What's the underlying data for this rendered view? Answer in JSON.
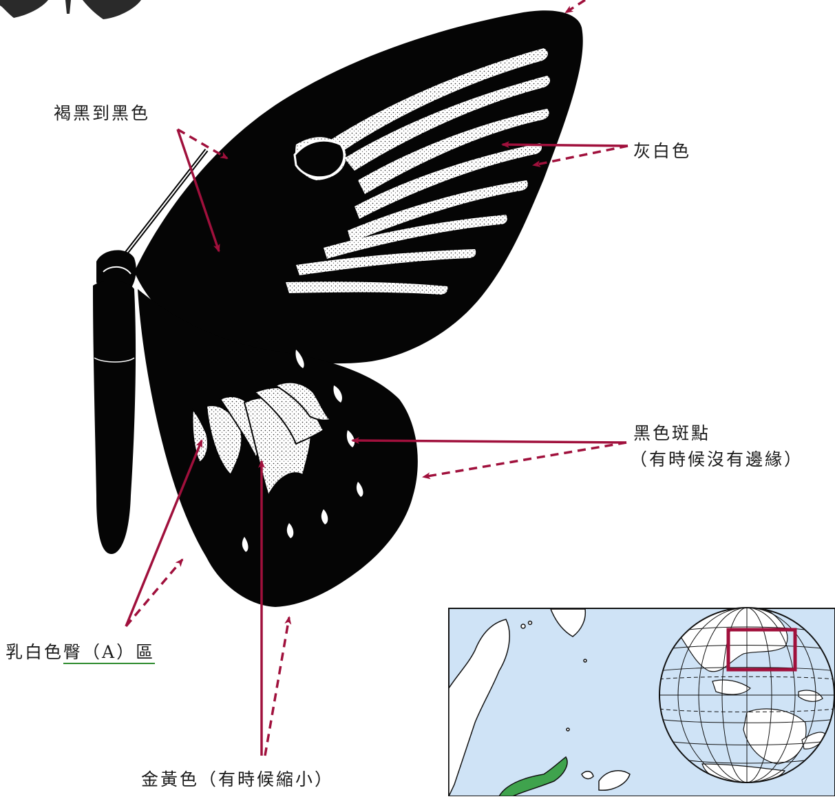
{
  "labels": {
    "brown_black": "褐黑到黑色",
    "gray_white": "灰白色",
    "black_spots_line1": "黑色斑點",
    "black_spots_line2": "（有時候沒有邊緣）",
    "creamy_prefix": "乳白色",
    "creamy_underlined": "臀（A）區",
    "golden": "金黃色（有時候縮小）"
  },
  "colors": {
    "arrow": "#a0103c",
    "wing": "#050505",
    "ocean": "#cfe3f6",
    "land": "#ffffff",
    "range_highlight": "#3fa34d",
    "inset_frame": "#a0103c",
    "underline": "#2e8b2e"
  },
  "icons": {
    "butterfly": "butterfly-illustration",
    "globe": "globe-locator-icon",
    "map": "regional-map-inset"
  }
}
